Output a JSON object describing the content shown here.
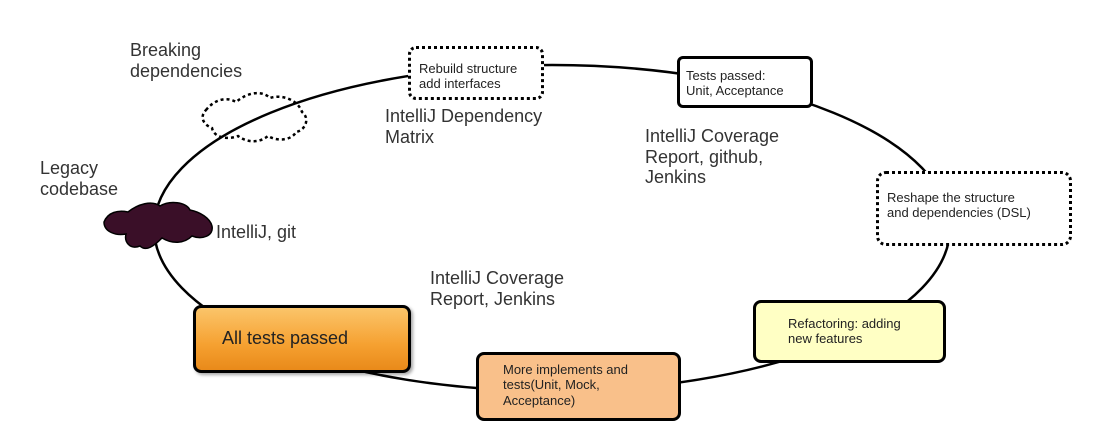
{
  "diagram": {
    "labels": {
      "breaking": "Breaking\ndependencies",
      "legacy": "Legacy\ncodebase",
      "intellij_git": "IntelliJ, git",
      "dep_matrix": "IntelliJ Dependency\nMatrix",
      "coverage_github": "IntelliJ Coverage\nReport, github,\nJenkins",
      "coverage_jenkins": "IntelliJ Coverage\nReport, Jenkins"
    },
    "steps": {
      "rebuild": "Rebuild structure\nadd interfaces",
      "tests_passed": "Tests passed:\nUnit, Acceptance",
      "reshape": "Reshape the structure\nand dependencies (DSL)",
      "refactoring": "Refactoring: adding\nnew features",
      "more_implements": "More implements and\ntests(Unit, Mock,\nAcceptance)",
      "all_tests": "All tests passed"
    },
    "colors": {
      "ring": "#000000",
      "legacy_blob": "#3a0f28",
      "all_tests_fill": "#f6a233",
      "more_implements_fill": "#f9c08a",
      "refactoring_fill": "#ffffc4",
      "box_border": "#000000"
    }
  }
}
